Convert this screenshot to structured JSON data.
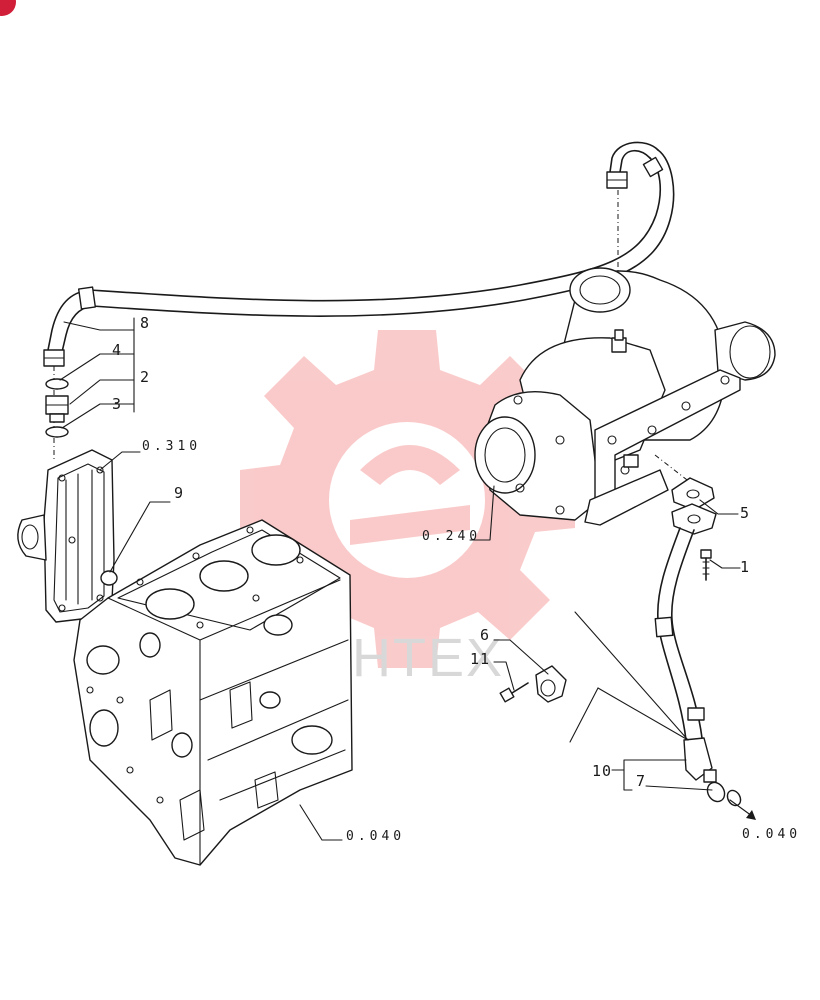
{
  "callouts": {
    "c1": "1",
    "c2": "2",
    "c3": "3",
    "c4": "4",
    "c5": "5",
    "c6": "6",
    "c7": "7",
    "c8": "8",
    "c9": "9",
    "c10": "10",
    "c11": "11"
  },
  "references": {
    "cover": "0.310",
    "turbo": "0.240",
    "block": "0.040",
    "drain_out": "0.040"
  },
  "watermark": {
    "text": "MHTEX",
    "color": "#f26b6b"
  },
  "corner_badge_color": "#d11f3a"
}
